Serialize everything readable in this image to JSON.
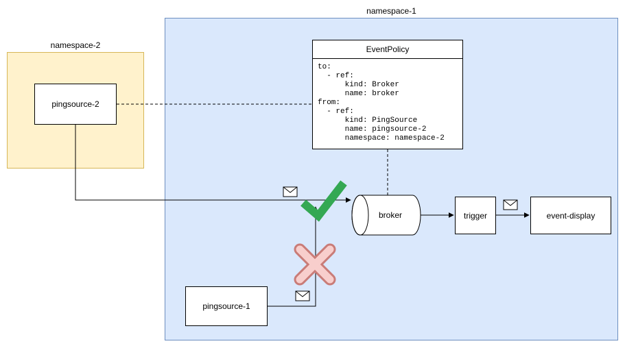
{
  "namespaces": {
    "namespace1": {
      "label": "namespace-1",
      "fill": "#dae8fc",
      "border": "#6c8ebf"
    },
    "namespace2": {
      "label": "namespace-2",
      "fill": "#fff2cc",
      "border": "#d6b656"
    }
  },
  "nodes": {
    "pingsource2": {
      "label": "pingsource-2"
    },
    "pingsource1": {
      "label": "pingsource-1"
    },
    "broker": {
      "label": "broker"
    },
    "trigger": {
      "label": "trigger"
    },
    "eventDisplay": {
      "label": "event-display"
    }
  },
  "eventPolicy": {
    "title": "EventPolicy",
    "body": "to:\n  - ref:\n      kind: Broker\n      name: broker\nfrom:\n  - ref:\n      kind: PingSource\n      name: pingsource-2\n      namespace: namespace-2"
  },
  "icons": {
    "envelope": "envelope-icon",
    "allowed": "green-check-icon",
    "blocked": "red-x-icon"
  },
  "colors": {
    "checkGreen": "#34a853",
    "crossFill": "#f8cecc",
    "crossOutline": "#c97c78",
    "line": "#000000"
  }
}
